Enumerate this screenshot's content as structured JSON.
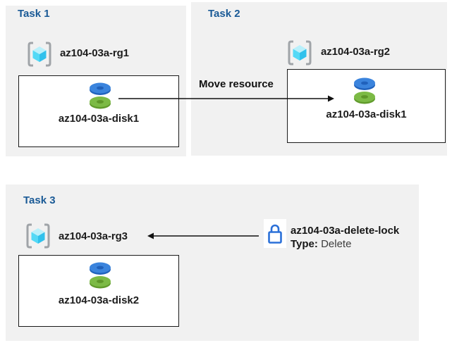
{
  "tasks": [
    {
      "title": "Task 1",
      "resource_group": "az104-03a-rg1",
      "disk": "az104-03a-disk1"
    },
    {
      "title": "Task 2",
      "resource_group": "az104-03a-rg2",
      "disk": "az104-03a-disk1"
    },
    {
      "title": "Task 3",
      "resource_group": "az104-03a-rg3",
      "disk": "az104-03a-disk2"
    }
  ],
  "move": {
    "label": "Move resource"
  },
  "lock": {
    "name": "az104-03a-delete-lock",
    "type_label": "Type:",
    "type_value": "Delete"
  },
  "icons": {
    "resource_group": "resource-group-icon",
    "disk": "disk-icon",
    "lock": "lock-icon"
  },
  "colors": {
    "panel_background": "#f1f1f1",
    "task_title_blue": "#1a5a96",
    "box_border": "#1a1a1a",
    "arrow": "#111111",
    "lock_blue": "#2b70d8",
    "disk_blue_top": "#3b84dd",
    "disk_blue_side": "#2163bd",
    "disk_green_top": "#7cba45",
    "disk_green_side": "#619b2d",
    "rg_bracket_gray": "#a0a4a8",
    "rg_cube_top": "#b9f0fb",
    "rg_cube_left": "#53d9f6",
    "rg_cube_right": "#30c1ec"
  }
}
